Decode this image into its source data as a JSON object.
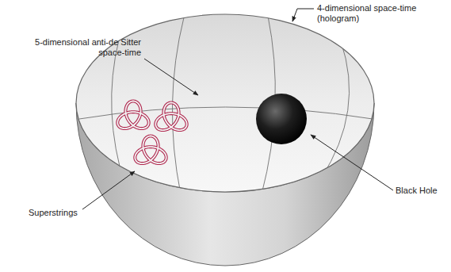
{
  "diagram": {
    "labels": [
      "4-dimensional space-time (hologram)",
      "5-dimensional anti-de Sitter space-time",
      "Black Hole",
      "Superstrings"
    ]
  }
}
